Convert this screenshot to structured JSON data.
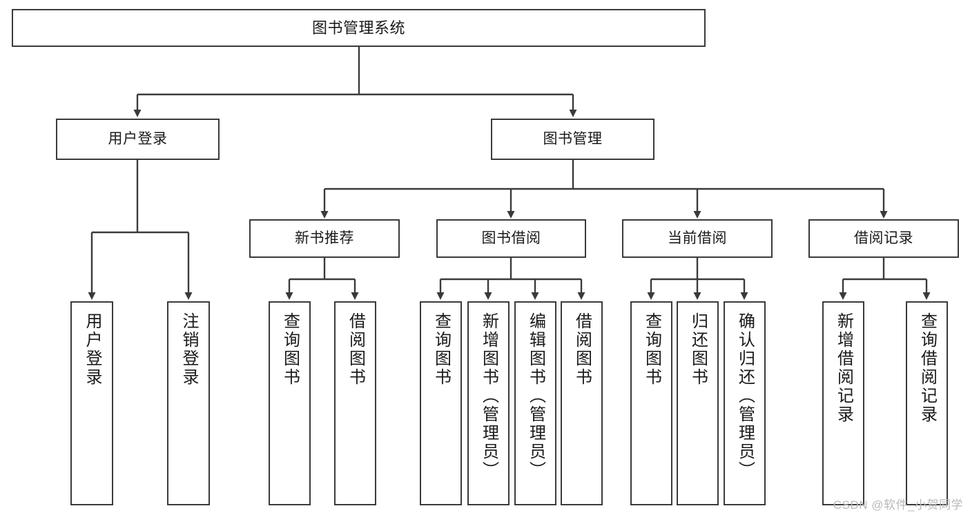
{
  "diagram": {
    "title": "图书管理系统",
    "watermark": "CSDN @软件_小贺同学",
    "colors": {
      "background": "#ffffff",
      "border": "#3a3a3a",
      "text": "#1a1a1a",
      "watermark": "#b9b9b9"
    },
    "root": {
      "label": "图书管理系统"
    },
    "level2": [
      {
        "label": "用户登录"
      },
      {
        "label": "图书管理"
      }
    ],
    "level3": [
      {
        "label": "新书推荐"
      },
      {
        "label": "图书借阅"
      },
      {
        "label": "当前借阅"
      },
      {
        "label": "借阅记录"
      }
    ],
    "leaves": {
      "user_login": [
        {
          "label": "用户登录"
        },
        {
          "label": "注销登录"
        }
      ],
      "new_book_recommend": [
        {
          "label": "查询图书"
        },
        {
          "label": "借阅图书"
        }
      ],
      "book_borrow": [
        {
          "label": "查询图书"
        },
        {
          "label": "新增图书（管理员）"
        },
        {
          "label": "编辑图书（管理员）"
        },
        {
          "label": "借阅图书"
        }
      ],
      "current_borrow": [
        {
          "label": "查询图书"
        },
        {
          "label": "归还图书"
        },
        {
          "label": "确认归还（管理员）"
        }
      ],
      "borrow_record": [
        {
          "label": "新增借阅记录"
        },
        {
          "label": "查询借阅记录"
        }
      ]
    }
  }
}
